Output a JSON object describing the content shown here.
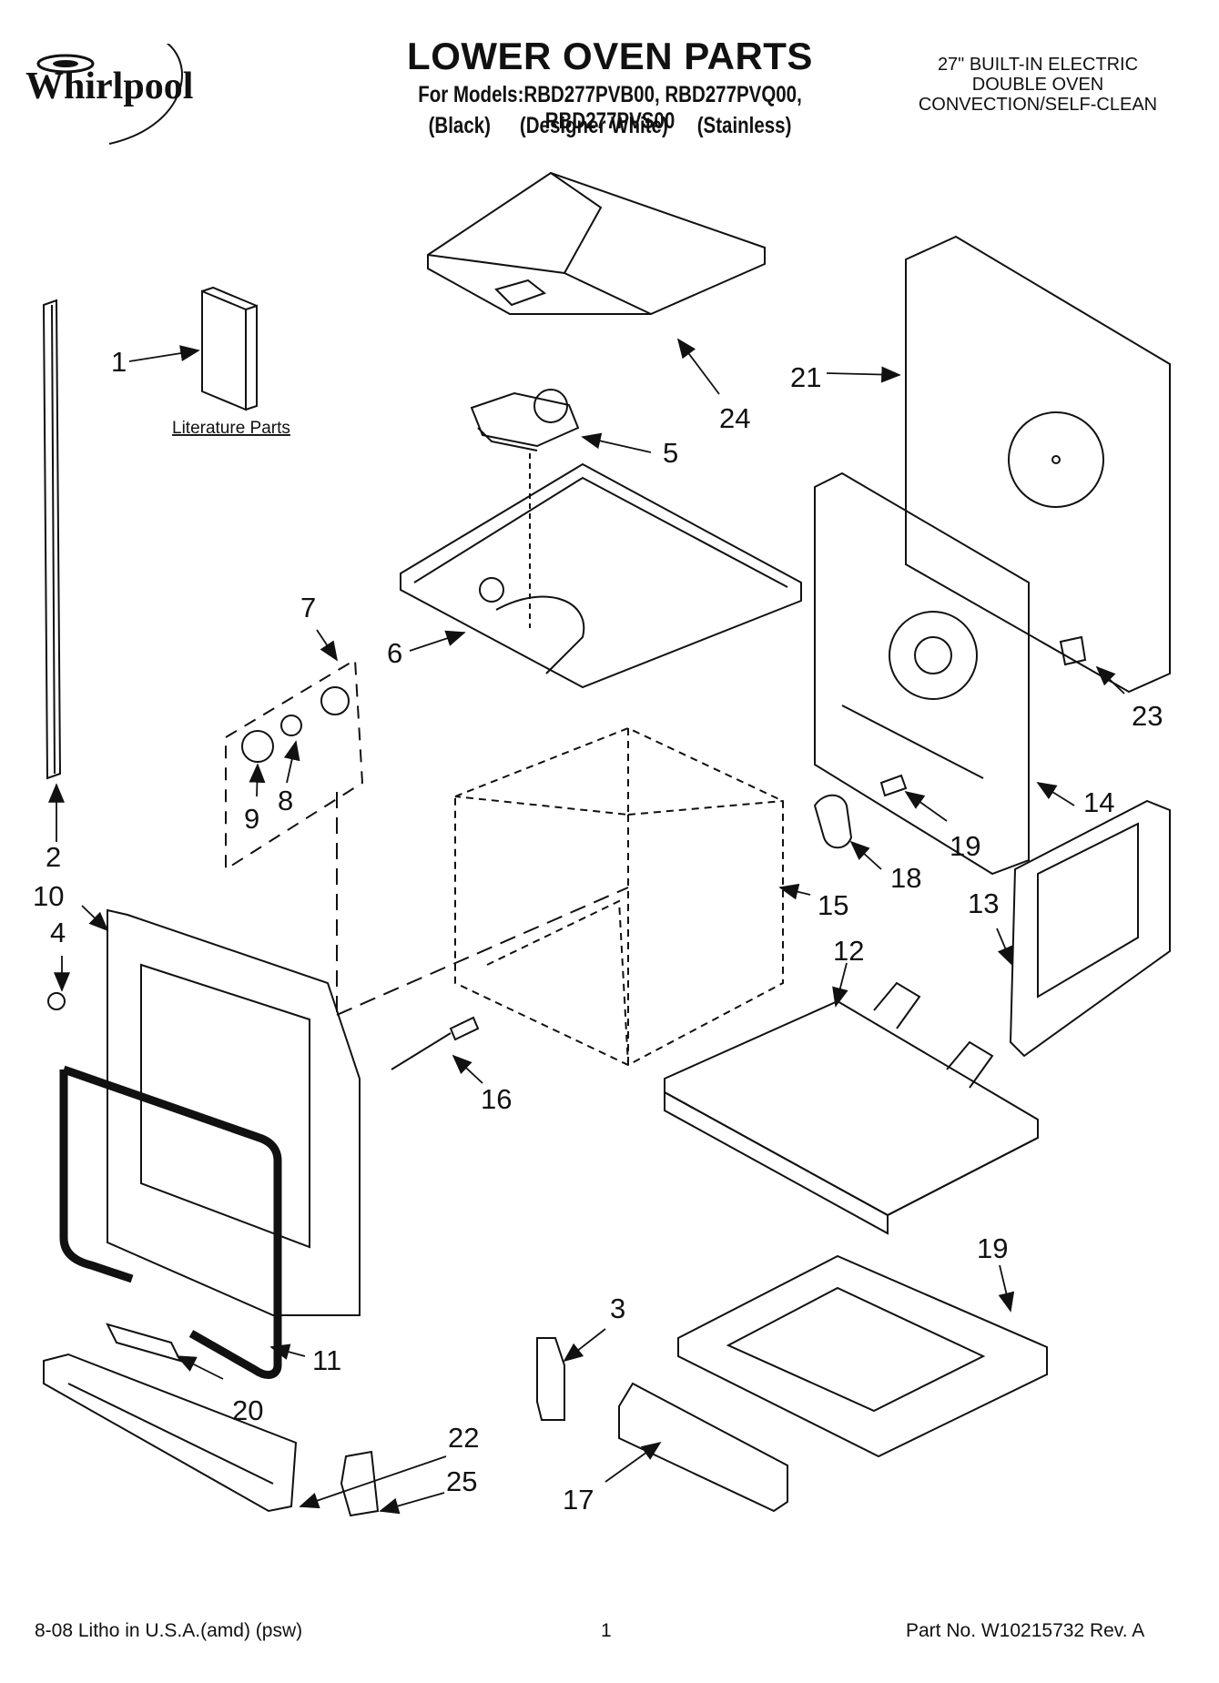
{
  "header": {
    "brand": "Whirlpool",
    "title": "LOWER OVEN PARTS",
    "models": "For Models:RBD277PVB00, RBD277PVQ00, RBD277PVS00",
    "finishes": [
      "(Black)",
      "(Designer White)",
      "(Stainless)"
    ],
    "product_lines": [
      "27\" BUILT-IN ELECTRIC",
      "DOUBLE OVEN",
      "CONVECTION/SELF-CLEAN"
    ]
  },
  "diagram": {
    "literature_label": "Literature Parts",
    "callouts": [
      "1",
      "2",
      "3",
      "4",
      "5",
      "6",
      "7",
      "8",
      "9",
      "10",
      "11",
      "12",
      "13",
      "14",
      "15",
      "16",
      "17",
      "18",
      "19",
      "19",
      "20",
      "21",
      "22",
      "23",
      "24",
      "25"
    ]
  },
  "footer": {
    "left": "8-08 Litho in U.S.A.(amd) (psw)",
    "center": "1",
    "right": "Part No. W10215732 Rev. A"
  },
  "colors": {
    "ink": "#111111",
    "paper": "#ffffff"
  }
}
